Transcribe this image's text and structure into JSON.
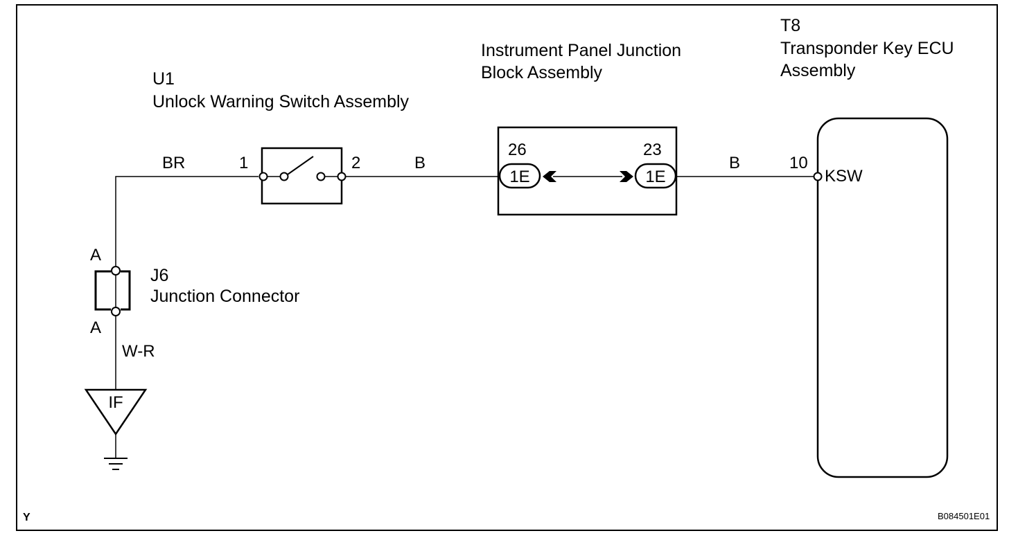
{
  "components": {
    "u1": {
      "code": "U1",
      "name": "Unlock Warning Switch Assembly",
      "pin1": "1",
      "pin2": "2"
    },
    "junction_block": {
      "name_line1": "Instrument Panel Junction",
      "name_line2": "Block Assembly",
      "left_pin": "26",
      "left_connector": "1E",
      "right_pin": "23",
      "right_connector": "1E"
    },
    "t8": {
      "code": "T8",
      "name_line1": "Transponder Key ECU",
      "name_line2": "Assembly",
      "pin": "10",
      "terminal": "KSW"
    },
    "j6": {
      "code": "J6",
      "name": "Junction Connector",
      "top_pin": "A",
      "bottom_pin": "A"
    },
    "ground": {
      "code": "IF"
    }
  },
  "wires": {
    "br": "BR",
    "b_left": "B",
    "b_right": "B",
    "wr": "W-R"
  },
  "footer": {
    "region_code": "Y",
    "figure_id": "B084501E01"
  }
}
